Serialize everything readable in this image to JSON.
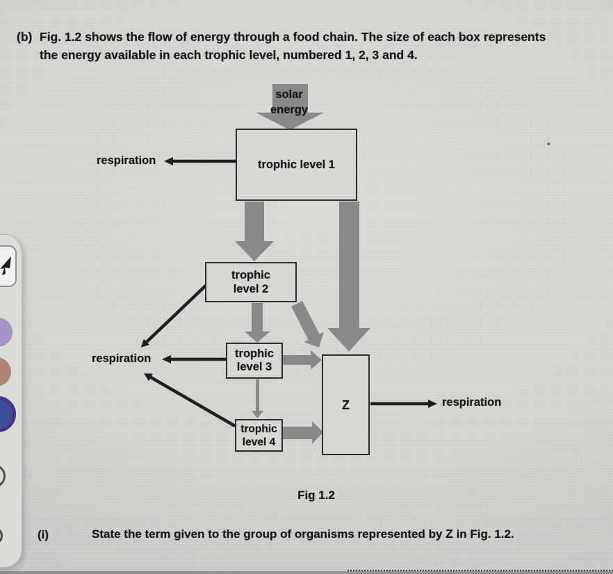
{
  "header": {
    "part_label": "(b)",
    "line1": "Fig. 1.2 shows the flow of energy through a food chain. The size of each box represents",
    "line2": "the energy available in each trophic level, numbered 1, 2, 3 and 4."
  },
  "diagram": {
    "solar_arrow_label": {
      "line1": "solar",
      "line2": "energy"
    },
    "boxes": {
      "level1": {
        "label": "trophic level 1"
      },
      "level2": {
        "line1": "trophic",
        "line2": "level 2"
      },
      "level3": {
        "line1": "trophic",
        "line2": "level 3"
      },
      "level4": {
        "line1": "trophic",
        "line2": "level 4"
      },
      "z": {
        "label": "Z"
      }
    },
    "respiration_labels": {
      "top_left": "respiration",
      "mid_left": "respiration",
      "right": "respiration"
    },
    "caption": "Fig 1.2",
    "colors": {
      "arrow_gray": "#878a88",
      "line_black": "#1f1f1f",
      "box_border": "#2c2c2c"
    }
  },
  "question": {
    "number": "(i)",
    "before_z": "State the term given to the group of organisms represented by ",
    "z_term": "Z",
    "after_z": " in Fig. 1.2."
  },
  "side_panel": {
    "swatches": [
      {
        "name": "purple",
        "fill": "#a493c8"
      },
      {
        "name": "salmon",
        "fill": "#af8376"
      },
      {
        "name": "blue-selected",
        "fill": "#3d4e9b",
        "ring": "#46348c"
      },
      {
        "name": "ring-large",
        "outline": "#4b4b4b"
      },
      {
        "name": "ring-small",
        "outline": "#4b4b4b"
      }
    ]
  }
}
